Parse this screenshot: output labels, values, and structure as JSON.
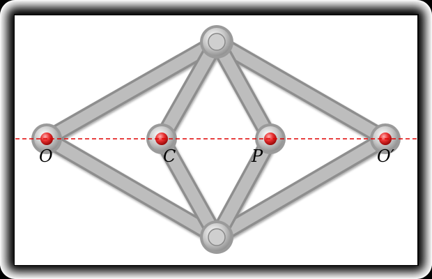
{
  "diagram": {
    "labels": {
      "O": "O",
      "C": "C",
      "P": "P",
      "O_prime": "O′"
    },
    "colors": {
      "background": "#000000",
      "panel": "#ffffff",
      "bar": "#b4b4b4",
      "pivot_red": "#e02a2a",
      "axis_line": "#e00000"
    }
  }
}
